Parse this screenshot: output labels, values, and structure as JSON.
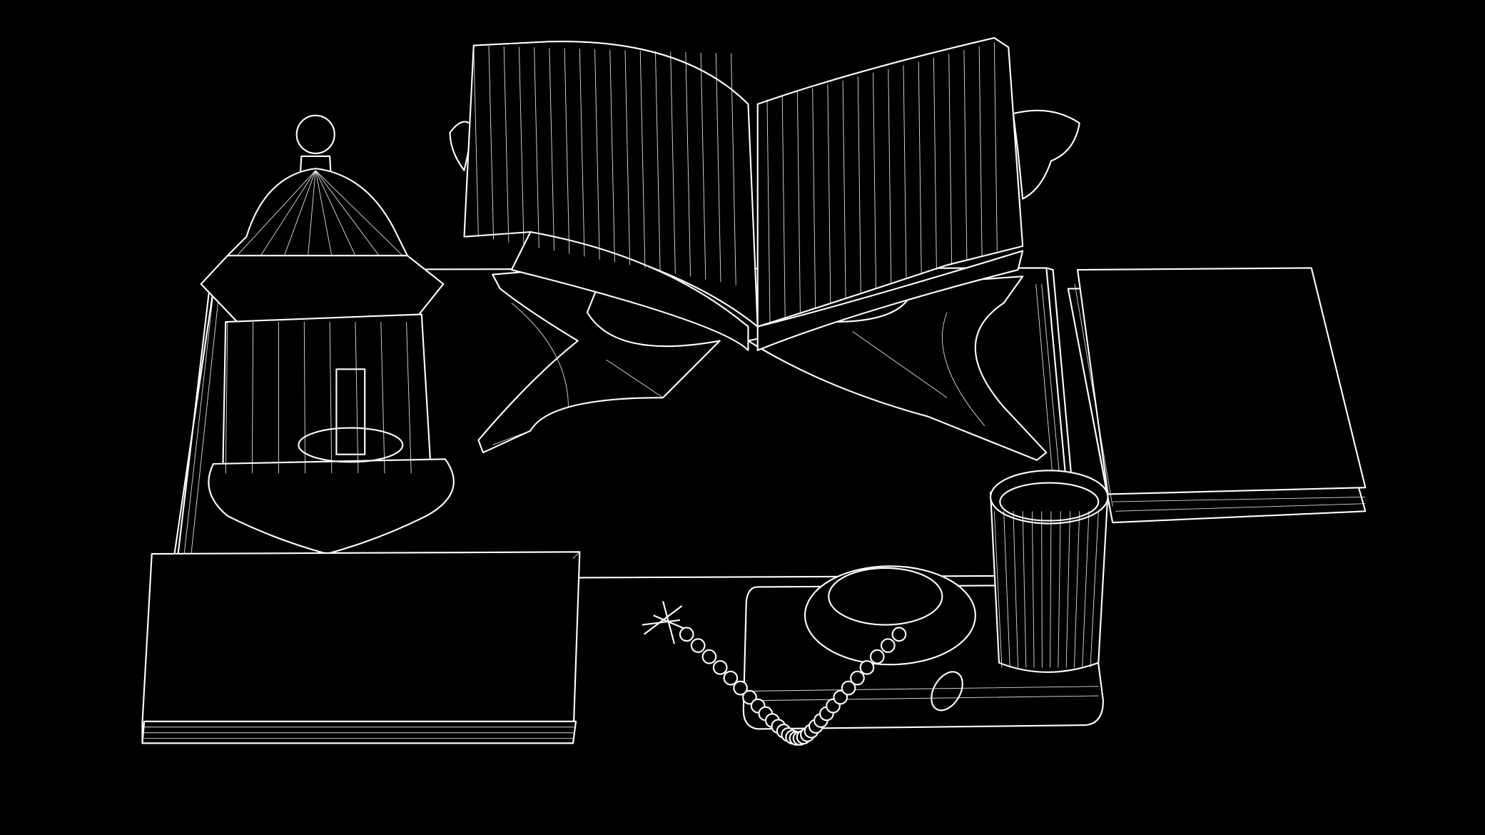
{
  "scene": {
    "background": "#000000",
    "stroke": "#ffffff",
    "style": "wireframe",
    "objects": [
      "lantern",
      "quran-on-rehal-stand",
      "book-stack-right",
      "book-bottom-left",
      "cup",
      "tray",
      "dates-bowl",
      "prayer-beads"
    ]
  }
}
